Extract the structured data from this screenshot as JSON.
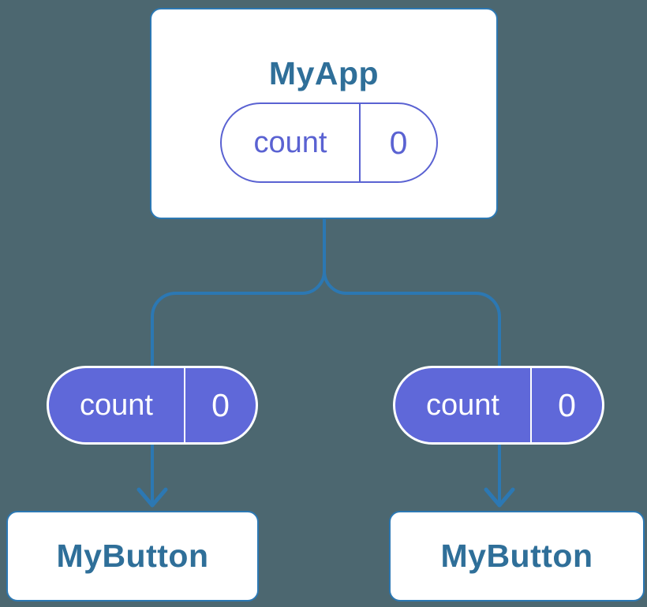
{
  "colors": {
    "background": "#4C6770",
    "line": "#2C78B3",
    "card-bg": "#FFFFFF",
    "title-text": "#2F6F99",
    "purple-fill": "#5F68D9",
    "purple-stroke": "#5A62D2",
    "pill-filled-text": "#FFFFFF"
  },
  "diagram": {
    "root_component": {
      "title": "MyApp",
      "state_pill": {
        "label": "count",
        "value": "0"
      }
    },
    "children": [
      {
        "title": "MyButton",
        "prop_pill": {
          "label": "count",
          "value": "0"
        }
      },
      {
        "title": "MyButton",
        "prop_pill": {
          "label": "count",
          "value": "0"
        }
      }
    ]
  }
}
